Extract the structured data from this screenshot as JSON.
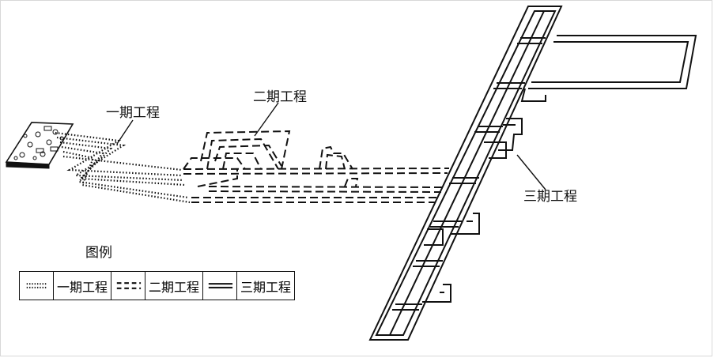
{
  "labels": {
    "phase1": "一期工程",
    "phase2": "二期工程",
    "phase3": "三期工程"
  },
  "legend": {
    "title": "图例",
    "items": [
      {
        "style": "dotted",
        "label": "一期工程"
      },
      {
        "style": "dashed",
        "label": "二期工程"
      },
      {
        "style": "double-solid",
        "label": "三期工程"
      }
    ]
  },
  "colors": {
    "line": "#111111",
    "background": "#ffffff"
  }
}
